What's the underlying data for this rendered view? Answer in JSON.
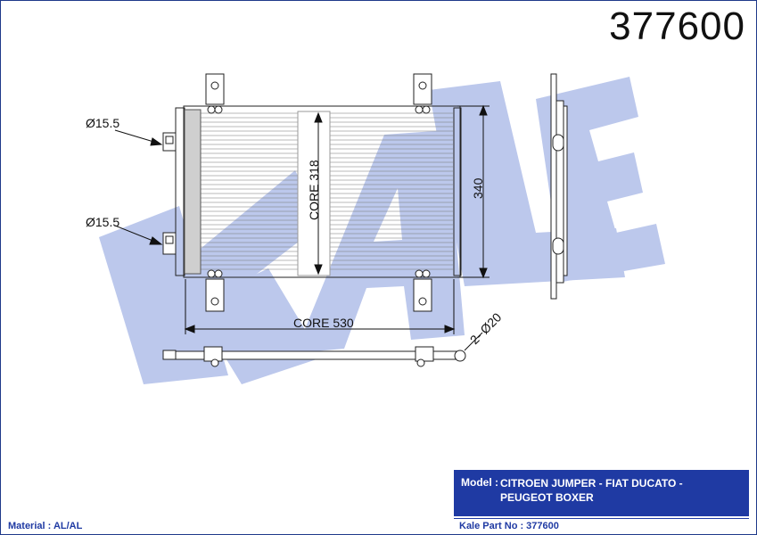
{
  "part_number": "377600",
  "watermark": "KALE",
  "dimensions": {
    "inlet_top": "Ø15.5",
    "inlet_bottom": "Ø15.5",
    "core_height": "CORE 318",
    "overall_height": "340",
    "core_width": "CORE 530",
    "mount_holes": "2- Ø20"
  },
  "info": {
    "model_label": "Model :",
    "model_line1": "CITROEN JUMPER - FIAT DUCATO -",
    "model_line2": "PEUGEOT BOXER",
    "material": "Material : AL/AL",
    "kale_part": "Kale Part No : 377600"
  },
  "colors": {
    "watermark": "#bcc8ec",
    "panel": "#1f3aa3",
    "line": "#222222"
  }
}
